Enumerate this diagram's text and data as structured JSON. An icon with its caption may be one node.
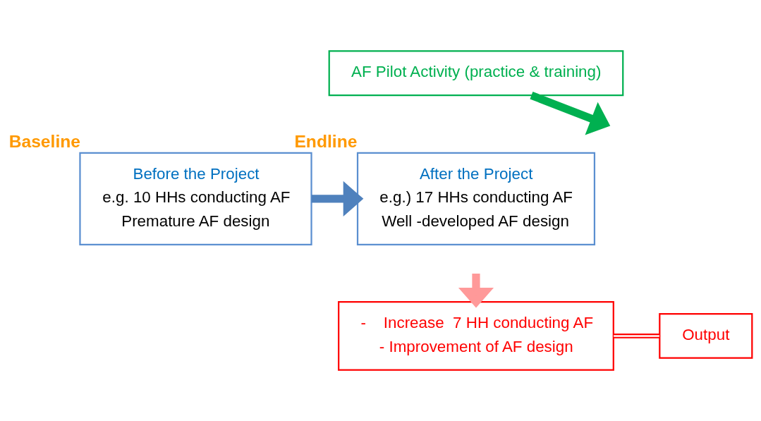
{
  "diagram": {
    "nodes": [
      {
        "text": [
          "AF Pilot Activity (practice & training)"
        ]
      },
      {
        "text": [
          "Before the Project",
          "e.g. 10 HHs conducting AF",
          "Premature AF design"
        ],
        "beside": [
          "Baseline"
        ]
      },
      {
        "text": [
          "After the Project",
          "e.g.) 17 HHs conducting AF",
          "Well -developed AF design"
        ],
        "beside": [
          "Endline"
        ]
      },
      {
        "text": [
          "-    Increase  7 HH conducting AF",
          "- Improvement of AF design"
        ]
      },
      {
        "text": [
          "Output"
        ]
      }
    ],
    "edges": [
      {
        "from": 0,
        "to": null,
        "arrow": "to",
        "color": "#00b050"
      },
      {
        "from": 1,
        "to": 2,
        "arrow": "to",
        "color": "#4f81bd"
      },
      {
        "from": null,
        "to": 3,
        "arrow": "to",
        "color": "#ff9999"
      },
      {
        "from": 3,
        "to": 4,
        "arrow": "none",
        "color": "#ff0000"
      }
    ]
  }
}
